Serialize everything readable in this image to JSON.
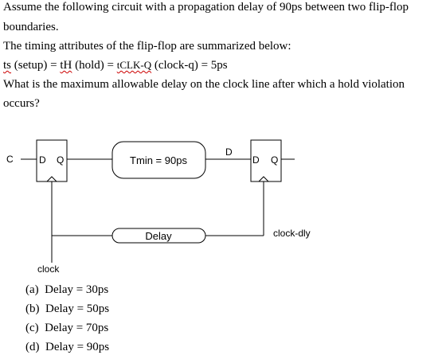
{
  "question": {
    "line1": "Assume the following circuit with a propagation delay of 90ps between two flip-flop",
    "line2": "boundaries.",
    "line3": "The timing attributes of the flip-flop are summarized below:",
    "attr": {
      "ts": "ts",
      "setup": " (setup) = ",
      "th": "tH",
      "hold": " (hold) = ",
      "tclkq": "tCLK-Q",
      "clockq": " (clock-q) = 5ps"
    },
    "line5": "What is the maximum allowable delay on the clock line after which a hold violation",
    "line6": "occurs?"
  },
  "diagram": {
    "input_c": "C",
    "ff1_d": "D",
    "ff1_q": "Q",
    "logic_block": "Tmin = 90ps",
    "d_label": "D",
    "ff2_d": "D",
    "ff2_q": "Q",
    "delay_block": "Delay",
    "clock_dly": "clock-dly",
    "clock": "clock"
  },
  "options": [
    {
      "letter": "(a)",
      "text": "Delay = 30ps"
    },
    {
      "letter": "(b)",
      "text": "Delay = 50ps"
    },
    {
      "letter": "(c)",
      "text": "Delay = 70ps"
    },
    {
      "letter": "(d)",
      "text": "Delay = 90ps"
    }
  ]
}
